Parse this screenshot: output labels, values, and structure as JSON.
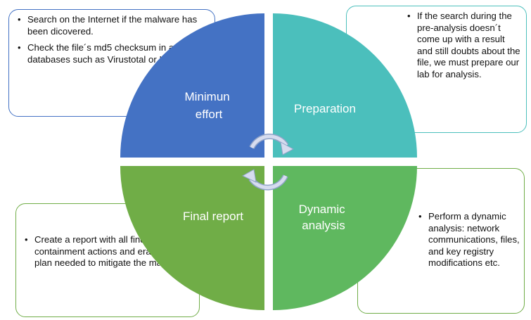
{
  "quadrants": {
    "top_left": {
      "lines": [
        "Minimun",
        "effort"
      ],
      "color": "#4472c4"
    },
    "top_right": {
      "lines": [
        "Preparation"
      ],
      "color": "#4bbfbc"
    },
    "bottom_right": {
      "lines": [
        "Dynamic",
        "analysis"
      ],
      "color": "#5fb85f"
    },
    "bottom_left": {
      "lines": [
        "Final report"
      ],
      "color": "#70ad47"
    }
  },
  "notes": {
    "top_left": [
      "Search on the Internet if the malware has been dicovered.",
      "Check the file´s md5 checksum in a malware databases such as Virustotal or IBM X-Force"
    ],
    "top_right": [
      "If the search during the pre-analysis doesn´t come up with a result and still doubts about the file, we must prepare our lab for analysis."
    ],
    "bottom_right": [
      "Perform a dynamic analysis: network communications, files, and key registry modifications etc."
    ],
    "bottom_left": [
      "Create a report with all findings,  containment actions and eradication plan needed to mitigate the malware."
    ]
  },
  "colors": {
    "arrow": "#d6dcef",
    "arrow_outline": "#8fa3c8"
  }
}
